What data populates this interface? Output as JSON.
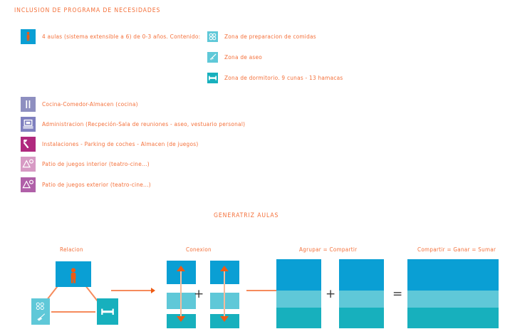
{
  "header": {
    "title": "INCLUSION DE PROGRAMA DE NECESIDADES"
  },
  "main_item": {
    "icon": "person-icon",
    "text": "4 aulas (sistema extensible a 6) de 0-3 años. Contenido:"
  },
  "content_items": [
    {
      "icon": "stovetop-burners-icon",
      "label": "Zona de preparacion de comidas",
      "color": "#5fc8d8"
    },
    {
      "icon": "broom-icon",
      "label": "Zona de aseo",
      "color": "#5fc8d8"
    },
    {
      "icon": "crib-bed-icon",
      "label": "Zona de dormitorio. 9 cunas - 13 hamacas",
      "color": "#17b0bd"
    }
  ],
  "program_items": [
    {
      "icon": "cutlery-icon",
      "label": "Cocina-Comedor-Almacen (cocina)",
      "color": "#8e8fc0"
    },
    {
      "icon": "desk-screen-icon",
      "label": "Administracion (Recpeción-Sala de reuniones - aseo, vestuario personal)",
      "color": "#7f80bf"
    },
    {
      "icon": "hammer-icon",
      "label": "Instalaciones - Parking de coches - Almacen (de juegos)",
      "color": "#b0297e"
    },
    {
      "icon": "playground-shapes-icon",
      "label": "Patio de juegos interior (teatro-cine...)",
      "color": "#d79ac4"
    },
    {
      "icon": "playground-shapes-icon",
      "label": "Patio de juegos exterior (teatro-cine...)",
      "color": "#b060a8"
    }
  ],
  "diagram": {
    "title": "GENERATRIZ AULAS",
    "steps": [
      {
        "label": "Relacion"
      },
      {
        "label": "Conexion"
      },
      {
        "label": "Agrupar = Compartir"
      },
      {
        "label": "Compartir = Ganar = Sumar"
      }
    ],
    "operators": {
      "plus": "+",
      "equals": "="
    },
    "palette": {
      "blue": "#0a9fd4",
      "cyan": "#5fc8d8",
      "teal": "#17b0bd",
      "orange": "#ee5b14",
      "orange_light": "#f68b5c",
      "text": "#f4703a"
    }
  }
}
